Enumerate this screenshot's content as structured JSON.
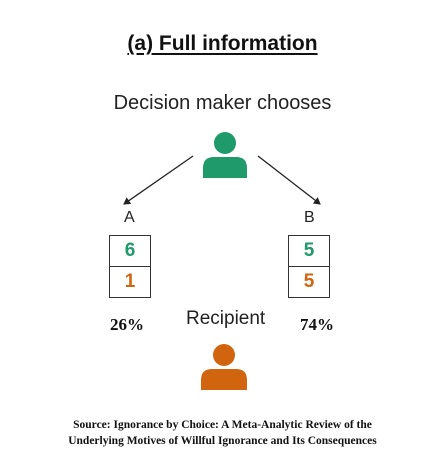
{
  "title": "(a) Full information",
  "decision_maker_label": "Decision maker chooses",
  "option_a": {
    "label": "A",
    "decision_maker_payoff": "6",
    "recipient_payoff": "1",
    "percent": "26%"
  },
  "option_b": {
    "label": "B",
    "decision_maker_payoff": "5",
    "recipient_payoff": "5",
    "percent": "74%"
  },
  "recipient_label": "Recipient",
  "source": {
    "line1": "Source: Ignorance by Choice: A Meta-Analytic Review of the",
    "line2": "Underlying Motives of Willful Ignorance and Its Consequences"
  },
  "colors": {
    "decision_maker": "#1e9a6b",
    "recipient": "#d1650f"
  },
  "icons": {
    "decision_maker": "person-icon",
    "recipient": "person-icon"
  }
}
